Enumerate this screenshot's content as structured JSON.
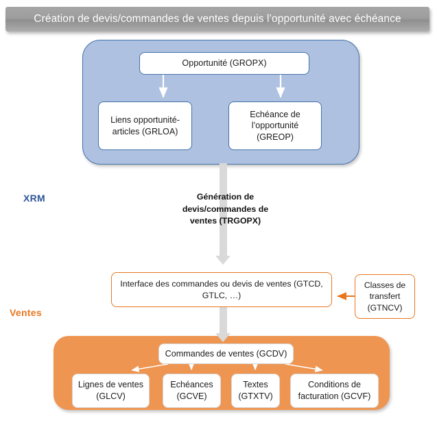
{
  "title": {
    "text": "Création de devis/commandes de ventes depuis l’opportunité avec échéance"
  },
  "lanes": [
    {
      "id": "xrm",
      "label": "XRM",
      "color": "#2f5597"
    },
    {
      "id": "ventes",
      "label": "Ventes",
      "color": "#e8761f"
    }
  ],
  "zones": {
    "xrm": {
      "fill": "#aec1e0",
      "stroke": "#4472a8"
    },
    "ventes": {
      "fill": "#ee9552",
      "stroke": "#ee9552"
    }
  },
  "nodes": {
    "gropx": {
      "label": "Opportunité (GROPX)"
    },
    "grloa": {
      "label": "Liens opportunité-articles (GRLOA)"
    },
    "greop": {
      "label": "Echéance de l’opportunité (GREOP)"
    },
    "interface": {
      "label": "Interface des commandes ou devis de ventes (GTCD, GTLC, …)"
    },
    "gtncv": {
      "label": "Classes de transfert (GTNCV)"
    },
    "gcdv": {
      "label": "Commandes de ventes (GCDV)"
    },
    "glcv": {
      "label": "Lignes de ventes (GLCV)"
    },
    "gcve": {
      "label": "Echéances (GCVE)"
    },
    "gtxtv": {
      "label": "Textes (GTXTV)"
    },
    "gcvf": {
      "label": "Conditions de facturation (GCVF)"
    }
  },
  "flow": {
    "generation_caption": "Génération de devis/commandes de ventes (TRGOPX)"
  },
  "colors": {
    "title_bar": "#9d9d9d",
    "xrm_blue": "#4472a8",
    "ventes_orange": "#e8761f",
    "arrow_grey": "#d9d9d9",
    "node_white": "#ffffff"
  }
}
